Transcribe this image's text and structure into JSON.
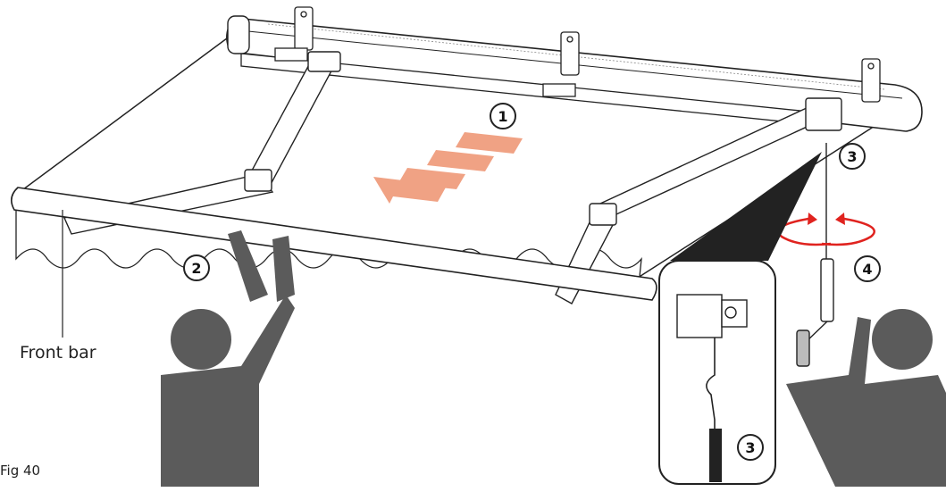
{
  "figure": {
    "label": "Fig 40",
    "callouts": {
      "front_bar": "Front bar"
    },
    "steps": {
      "step1": "1",
      "step2": "2",
      "step3": "3",
      "step4": "4",
      "step3_detail": "3"
    }
  },
  "colors": {
    "line": "#222222",
    "person": "#5b5b5b",
    "arrows": "#f0a284",
    "rotation": "#e0231f",
    "background": "#ffffff"
  }
}
